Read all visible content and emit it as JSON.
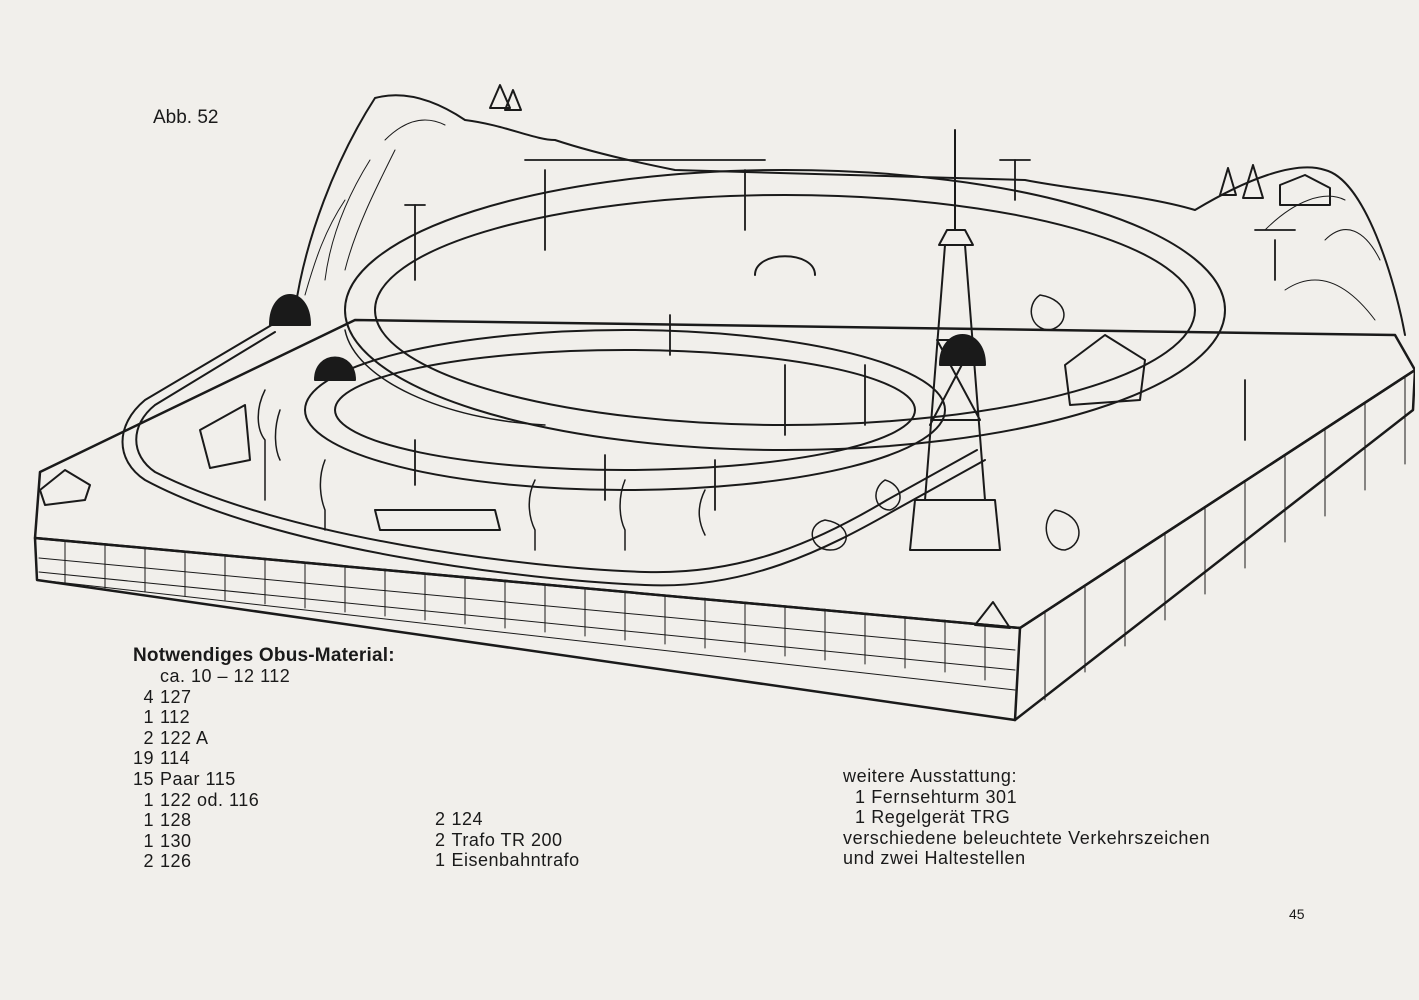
{
  "figure": {
    "label": "Abb. 52"
  },
  "materials": {
    "title": "Notwendiges Obus-Material:",
    "col1": [
      {
        "qty": "",
        "text": "ca. 10 – 12 112"
      },
      {
        "qty": "4",
        "text": "127"
      },
      {
        "qty": "1",
        "text": "112"
      },
      {
        "qty": "2",
        "text": "122 A"
      },
      {
        "qty": "19",
        "text": "114"
      },
      {
        "qty": "15",
        "text": "Paar 115"
      },
      {
        "qty": "1",
        "text": "122 od. 116"
      },
      {
        "qty": "1",
        "text": "128"
      },
      {
        "qty": "1",
        "text": "130"
      },
      {
        "qty": "2",
        "text": "126"
      }
    ],
    "col2": [
      {
        "qty": "2",
        "text": "124"
      },
      {
        "qty": "2",
        "text": "Trafo TR 200"
      },
      {
        "qty": "1",
        "text": "Eisenbahntrafo"
      }
    ]
  },
  "extras": {
    "title": "weitere Ausstattung:",
    "items": [
      "1 Fernsehturm 301",
      "1 Regelgerät TRG"
    ],
    "lines": [
      "verschiedene beleuchtete Verkehrszeichen",
      "und zwei Haltestellen"
    ]
  },
  "page_number": "45"
}
